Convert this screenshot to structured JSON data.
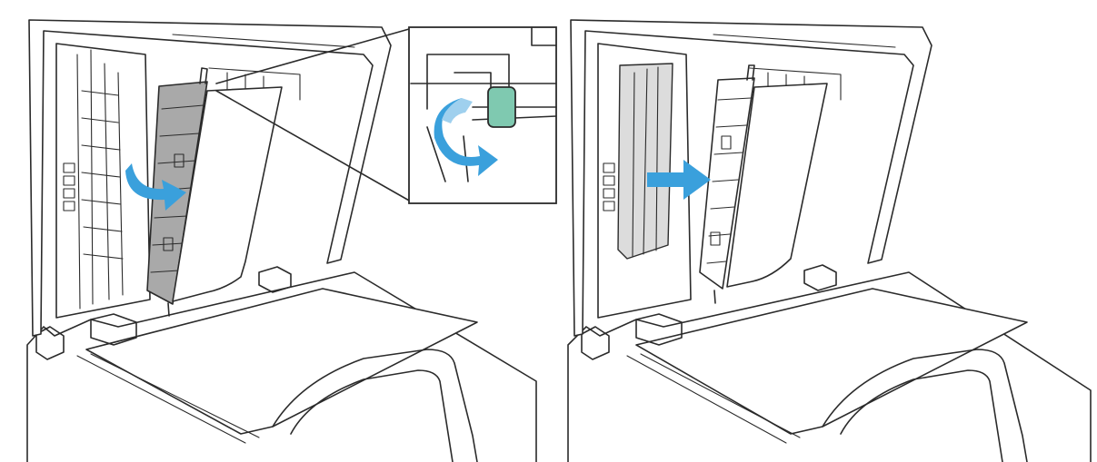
{
  "figure": {
    "panels": [
      {
        "id": "panel-left",
        "step": "rotate-guide-open"
      },
      {
        "id": "panel-right",
        "step": "pull-paper-out"
      }
    ],
    "colors": {
      "arrow": "#3aa0dc",
      "arrow_light": "#9fd0ee",
      "guide_gray": "#a9a9a9",
      "guide_light": "#dcdcdc",
      "lever_green": "#7fc9b0",
      "line": "#2b2b2b",
      "background": "#ffffff"
    },
    "icons": [
      "curved-arrow-icon",
      "rotate-arrow-icon",
      "straight-arrow-icon"
    ]
  }
}
